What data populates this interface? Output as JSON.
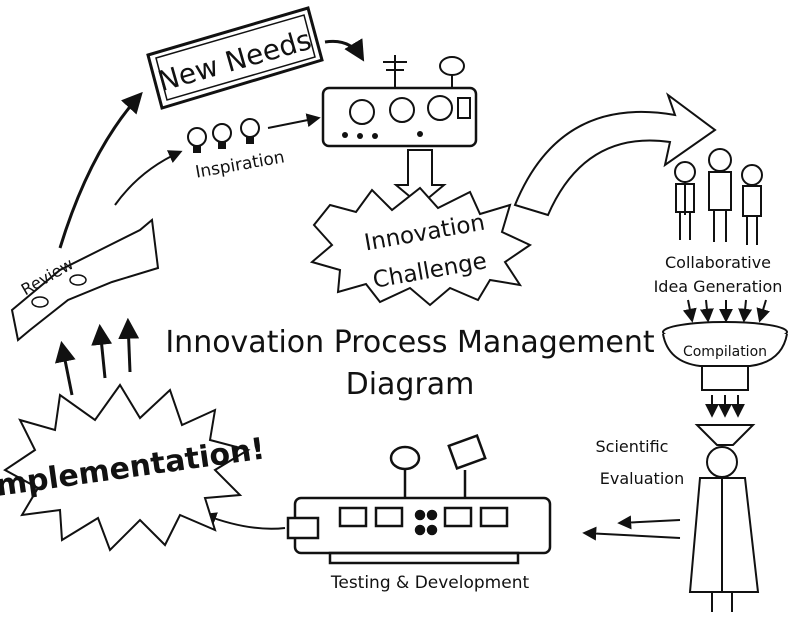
{
  "title": [
    "Innovation Process Management",
    "Diagram"
  ],
  "stages": {
    "new_needs": "New Needs",
    "inspiration": "Inspiration",
    "innovation_challenge": [
      "Innovation",
      "Challenge"
    ],
    "collaborative": [
      "Collaborative",
      "Idea Generation"
    ],
    "compilation": "Compilation",
    "scientific_evaluation": [
      "Scientific",
      "Evaluation"
    ],
    "testing": "Testing & Development",
    "implementation": "Implementation!",
    "review": "Review"
  },
  "colors": {
    "ink": "#111111",
    "paper": "#ffffff",
    "shade": "#e6e6e6"
  }
}
